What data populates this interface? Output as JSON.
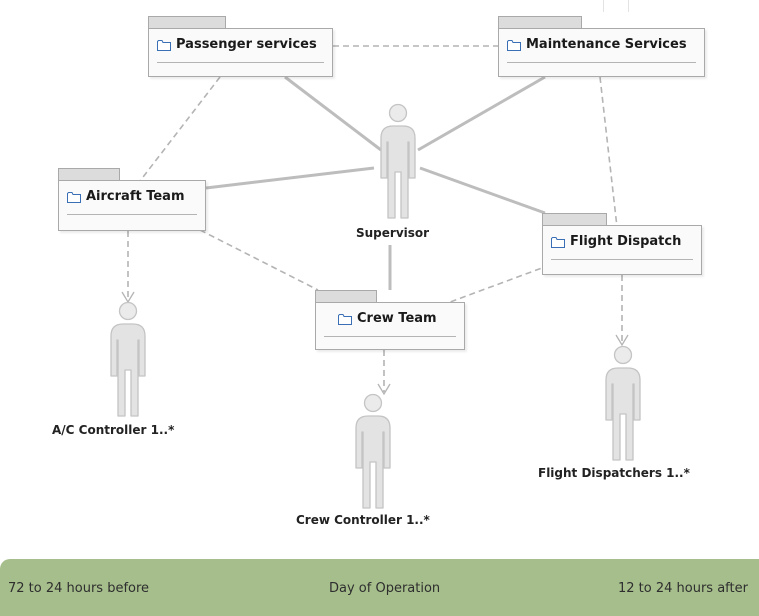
{
  "packages": {
    "passenger_services": "Passenger services",
    "maintenance_services": "Maintenance Services",
    "aircraft_team": "Aircraft Team",
    "flight_dispatch": "Flight Dispatch",
    "crew_team": "Crew Team"
  },
  "actors": {
    "supervisor": "Supervisor",
    "ac_controller": "A/C Controller 1..*",
    "crew_controller": "Crew Controller 1..*",
    "flight_dispatchers": "Flight Dispatchers 1..*"
  },
  "timeline": {
    "before": "72 to 24 hours before",
    "day_of_operation": "Day of Operation",
    "after": "12 to 24 hours after"
  },
  "colors": {
    "timeline_band": "#a6be8c",
    "package_fill": "#fafafa",
    "actor_fill": "#e3e3e3",
    "folder_icon": "#3a6fb5"
  }
}
